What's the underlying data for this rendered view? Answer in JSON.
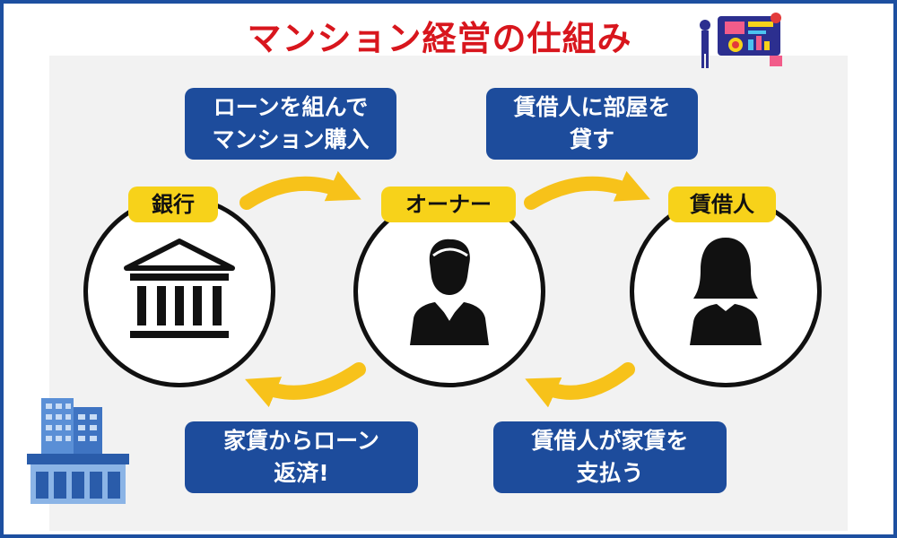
{
  "title": "マンション経営の仕組み",
  "nodes": {
    "bank": "銀行",
    "owner": "オーナー",
    "tenant": "賃借人"
  },
  "notes": {
    "loan_line1": "ローンを組んで",
    "loan_line2": "マンション購入",
    "rent_line1": "賃借人に部屋を",
    "rent_line2": "貸す",
    "repay_line1": "家賃からローン",
    "repay_line2": "返済!",
    "pay_line1": "賃借人が家賃を",
    "pay_line2": "支払う"
  },
  "colors": {
    "title_red": "#d8161d",
    "note_blue": "#1d4c9c",
    "tag_yellow": "#f7d21a",
    "arrow_yellow": "#f7c21a",
    "frame_blue": "#1d4fa0"
  },
  "icons": [
    "bank-icon",
    "man-icon",
    "woman-icon",
    "building-illustration",
    "dashboard-illustration"
  ]
}
